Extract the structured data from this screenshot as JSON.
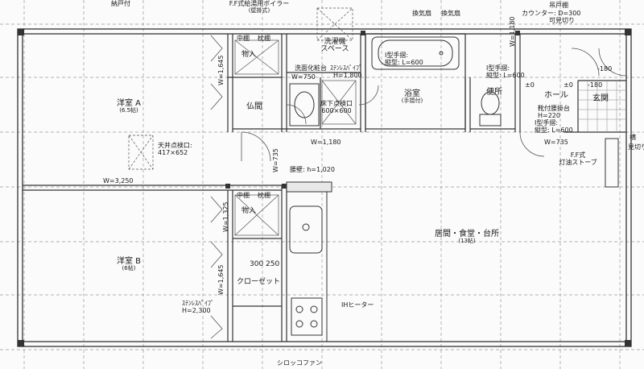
{
  "labels": {
    "top_left_cut": "納戸付",
    "boiler": "F.F式給湯用ボイラー",
    "boiler_sub": "(壁掛式)",
    "washing": "洗濯機",
    "washing_sub": "スペース",
    "vent_a": "換気扇",
    "vent_b": "換気扇",
    "shoe_cab": "吊戸棚",
    "counter": "カウンター: D=300",
    "partition": "可見切り",
    "closet_top": "中棚",
    "hanger_top": "枕棚",
    "storage_top": "物入",
    "altar": "仏間",
    "sink_label": "洗面化粧台",
    "stainless_top": "ｽﾃﾝﾚｽﾊﾟｲﾌﾟ",
    "h1800": "H=1,800",
    "w750": "W=750",
    "underfloor": "床下点検口",
    "underfloor_size": "600×600",
    "bath": "浴室",
    "bath_sub": "(手摺付)",
    "grab_bath": "I型手摺:",
    "grab_bath_len": "縦型: L=600",
    "toilet": "便所",
    "grab_wc": "I型手摺:",
    "grab_wc_len": "縦型: L=600",
    "hall": "ホール",
    "entrance": "玄関",
    "pm0_a": "±0",
    "pm0_b": "±0",
    "minus180": "-180",
    "minus180b": "-180",
    "bench": "靴付腰掛台",
    "bench_h": "H=220",
    "grab_hall": "I型手摺:",
    "grab_hall_len": "縦型: L=600",
    "w735": "W=735",
    "ff_stove": "F.F式",
    "ff_stove_sub": "灯油ストーブ",
    "roomA": "洋室 A",
    "roomA_sub": "(6.5帖)",
    "ceiling": "天井点検口:",
    "ceiling_size": "417×652",
    "w3250": "W=3,250",
    "w1645a": "W=1,645",
    "w1180": "W=1,180",
    "w735b": "W=735",
    "waist": "腰壁: h=1,020",
    "closet_mid": "中棚",
    "hanger_mid": "枕棚",
    "storage_mid": "物入",
    "w1325": "W=1,325",
    "living": "居間・食堂・台所",
    "living_sub": "(13帖)",
    "roomB": "洋室 B",
    "roomB_sub": "(6帖)",
    "w1645b": "W=1,645",
    "dim300": "300",
    "dim250": "250",
    "closet": "クローゼット",
    "stainless_b": "ｽﾃﾝﾚｽﾊﾟｲﾌﾟ",
    "h2300": "H=2,300",
    "ih": "IHヒーター",
    "range_fan": "シロッコファン",
    "w1180b": "W=1,180",
    "right_cut": "見切り",
    "right_cut2": "横"
  }
}
